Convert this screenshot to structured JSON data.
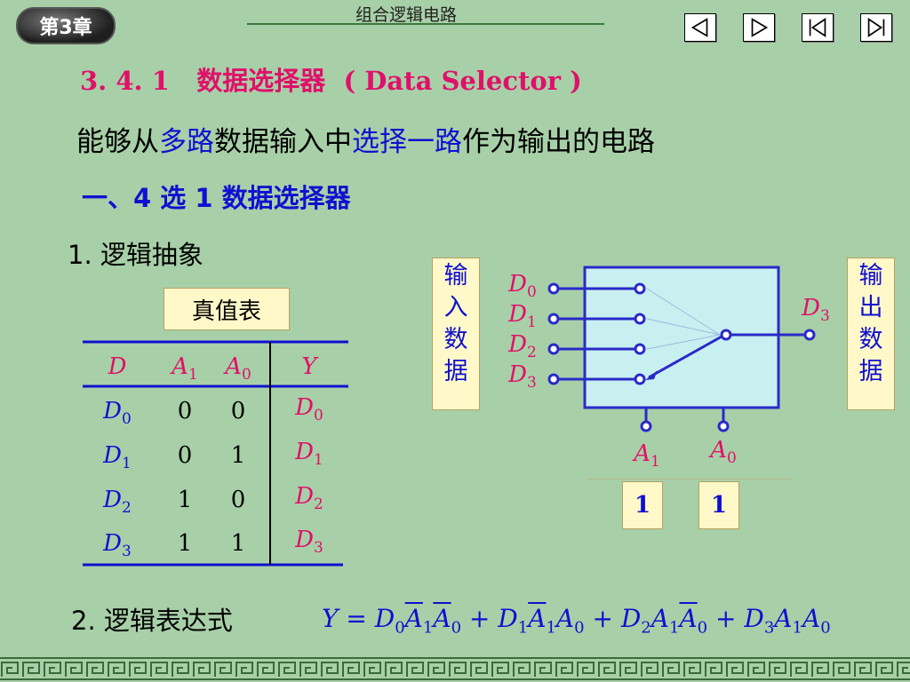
{
  "header": {
    "chapter_badge": "第3章",
    "title": "组合逻辑电路",
    "nav": [
      "prev-icon",
      "next-icon",
      "first-icon",
      "last-icon"
    ]
  },
  "section": {
    "number": "3. 4. 1",
    "title": "数据选择器",
    "english": "( Data Selector )"
  },
  "definition": {
    "p1": "能够从",
    "h1": "多路",
    "p2": "数据输入中",
    "h2": "选择一路",
    "p3": "作为输出的电路"
  },
  "subsection": "一、4 选 1 数据选择器",
  "item1": "1.  逻辑抽象",
  "truth_table": {
    "title": "真值表",
    "headers": [
      "D",
      "A",
      "A",
      "Y"
    ],
    "header_subs": [
      "",
      "1",
      "0",
      ""
    ],
    "rows": [
      {
        "d": "D",
        "ds": "0",
        "a1": "0",
        "a0": "0",
        "y": "D",
        "ys": "0"
      },
      {
        "d": "D",
        "ds": "1",
        "a1": "0",
        "a0": "1",
        "y": "D",
        "ys": "1"
      },
      {
        "d": "D",
        "ds": "2",
        "a1": "1",
        "a0": "0",
        "y": "D",
        "ys": "2"
      },
      {
        "d": "D",
        "ds": "3",
        "a1": "1",
        "a0": "1",
        "y": "D",
        "ys": "3"
      }
    ]
  },
  "diagram": {
    "input_label": [
      "输",
      "入",
      "数",
      "据"
    ],
    "output_label": [
      "输",
      "出",
      "数",
      "据"
    ],
    "inputs": [
      {
        "name": "D",
        "sub": "0"
      },
      {
        "name": "D",
        "sub": "1"
      },
      {
        "name": "D",
        "sub": "2"
      },
      {
        "name": "D",
        "sub": "3"
      }
    ],
    "output": {
      "name": "D",
      "sub": "3"
    },
    "selects": [
      {
        "name": "A",
        "sub": "1",
        "value": "1"
      },
      {
        "name": "A",
        "sub": "0",
        "value": "1"
      }
    ]
  },
  "item2": "2.  逻辑表达式",
  "expression": {
    "lhs": "Y",
    "eq": " = "
  },
  "colors": {
    "background": "#a8d0a8",
    "pink": "#e0106a",
    "blue": "#1010d0",
    "box": "#fff8c8"
  }
}
